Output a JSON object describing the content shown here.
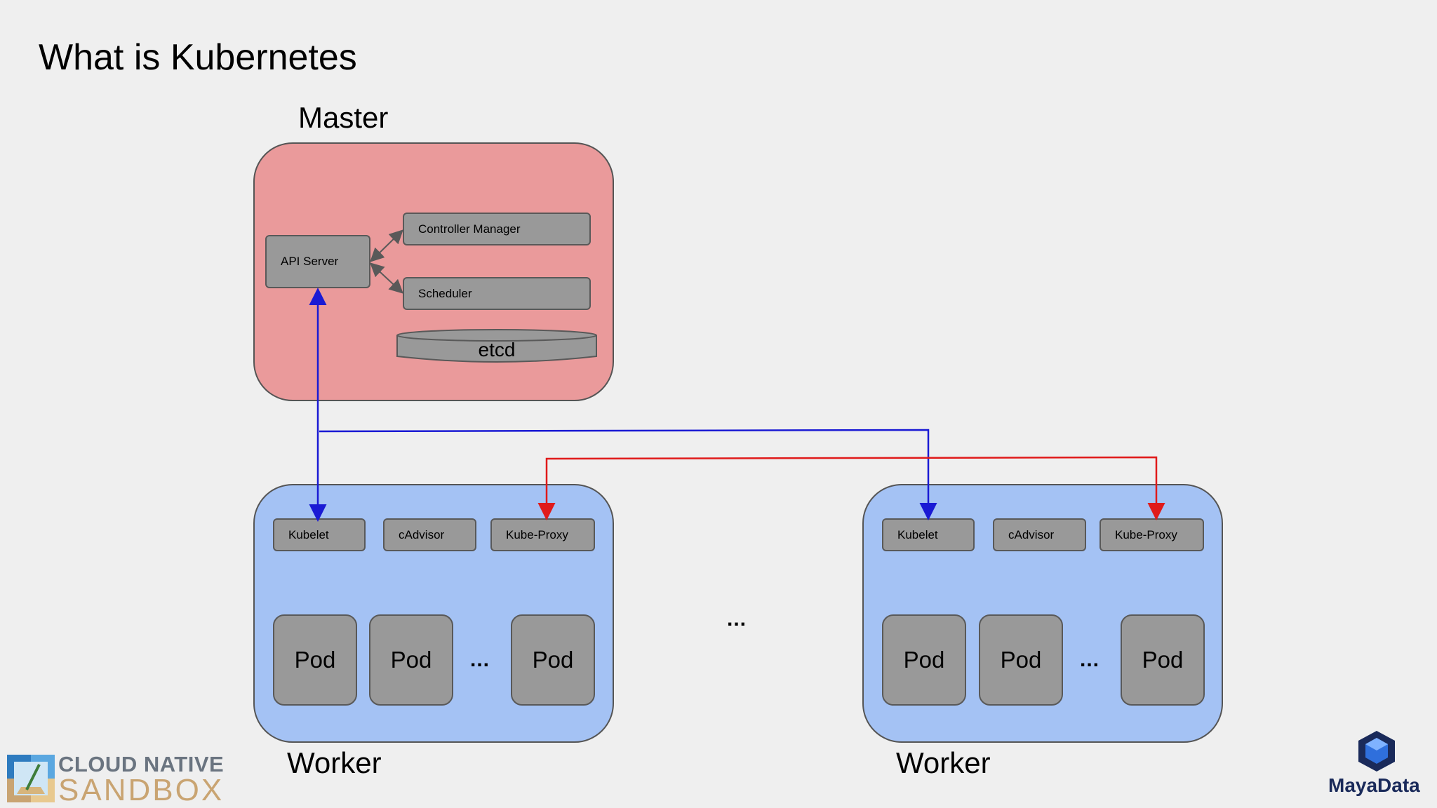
{
  "title": "What is Kubernetes",
  "master": {
    "label": "Master",
    "api_server": "API Server",
    "controller_manager": "Controller Manager",
    "scheduler": "Scheduler",
    "etcd": "etcd"
  },
  "workers": [
    {
      "label": "Worker",
      "components": [
        "Kubelet",
        "cAdvisor",
        "Kube-Proxy"
      ],
      "pods": [
        "Pod",
        "Pod",
        "Pod"
      ],
      "pod_ellipsis": "..."
    },
    {
      "label": "Worker",
      "components": [
        "Kubelet",
        "cAdvisor",
        "Kube-Proxy"
      ],
      "pods": [
        "Pod",
        "Pod",
        "Pod"
      ],
      "pod_ellipsis": "..."
    }
  ],
  "between_workers_ellipsis": "...",
  "colors": {
    "master_fill": "#ea9a9b",
    "worker_fill": "#a4c2f4",
    "component_fill": "#999999",
    "kubelet_link": "#1a1ad4",
    "proxy_link": "#e01a1a"
  },
  "logos": {
    "sandbox_line1": "CLOUD NATIVE",
    "sandbox_line2": "SANDBOX",
    "mayadata": "MayaData"
  }
}
